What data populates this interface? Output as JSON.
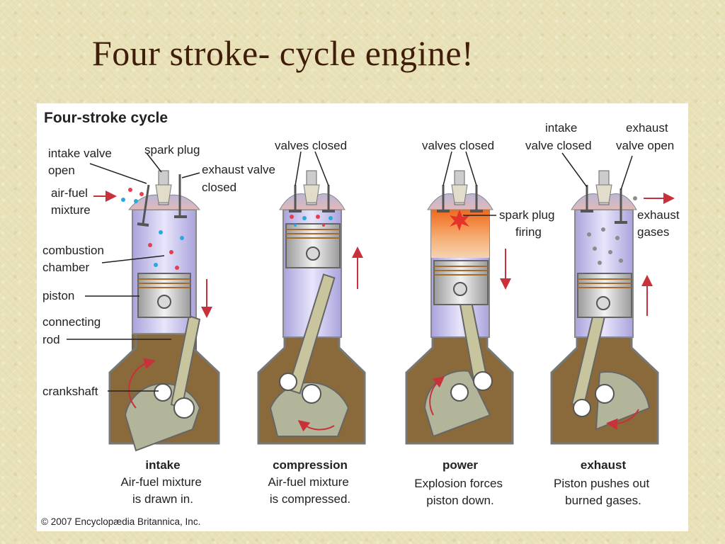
{
  "slide": {
    "title": "Four stroke- cycle engine!"
  },
  "figure": {
    "title": "Four-stroke cycle",
    "labels": {
      "intake_valve_open": [
        "intake valve",
        "open"
      ],
      "spark_plug": "spark plug",
      "exhaust_valve_closed": [
        "exhaust valve",
        "closed"
      ],
      "air_fuel_mixture": [
        "air-fuel",
        "mixture"
      ],
      "combustion_chamber": [
        "combustion",
        "chamber"
      ],
      "piston": "piston",
      "connecting_rod": [
        "connecting",
        "rod"
      ],
      "crankshaft": "crankshaft",
      "valves_closed_1": "valves closed",
      "valves_closed_2": "valves closed",
      "spark_plug_firing": [
        "spark plug",
        "firing"
      ],
      "intake_valve_closed": [
        "intake",
        "valve closed"
      ],
      "exhaust_valve_open": [
        "exhaust",
        "valve open"
      ],
      "exhaust_gases": [
        "exhaust",
        "gases"
      ]
    },
    "strokes": [
      {
        "name": "intake",
        "desc": [
          "Air-fuel mixture",
          "is drawn in."
        ]
      },
      {
        "name": "compression",
        "desc": [
          "Air-fuel mixture",
          "is compressed."
        ]
      },
      {
        "name": "power",
        "desc": [
          "Explosion forces",
          "piston down."
        ]
      },
      {
        "name": "exhaust",
        "desc": [
          "Piston pushes out",
          "burned gases."
        ]
      }
    ],
    "copyright": "© 2007 Encyclopædia Britannica, Inc."
  },
  "colors": {
    "slide_background": "#e9e2b9",
    "title_text": "#3f1d08",
    "crankcase": "#8a6a3a",
    "cylinder_gas": "#cfc9ee",
    "power_explosion": "#f0a060",
    "arrow": "#c8303a"
  }
}
